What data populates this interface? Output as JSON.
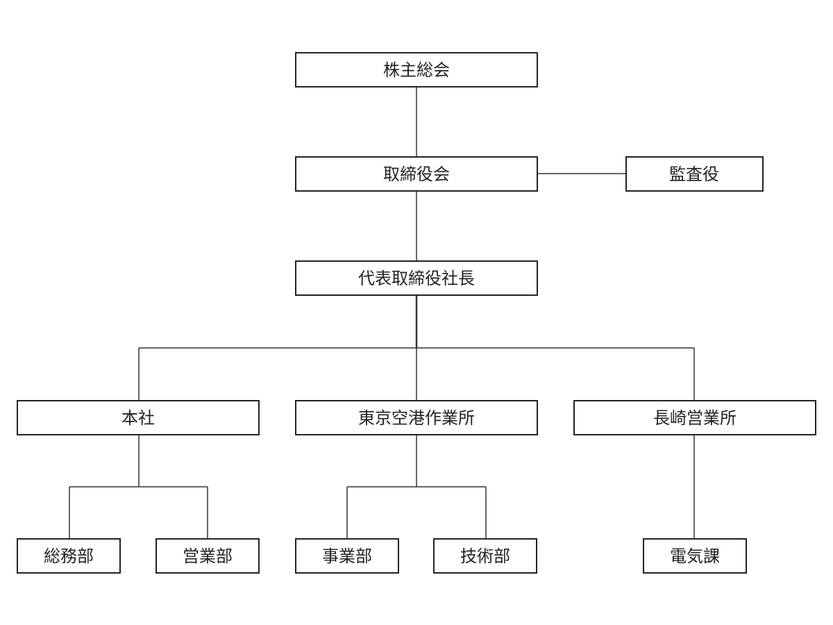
{
  "org_chart": {
    "nodes": {
      "shareholders": "株主総会",
      "board": "取締役会",
      "auditor": "監査役",
      "president": "代表取締役社長",
      "head_office": "本社",
      "tokyo_airport": "東京空港作業所",
      "nagasaki_sales": "長崎営業所",
      "general_affairs": "総務部",
      "sales_dept": "営業部",
      "business_dept": "事業部",
      "technical_dept": "技術部",
      "electrical_section": "電気課"
    }
  }
}
